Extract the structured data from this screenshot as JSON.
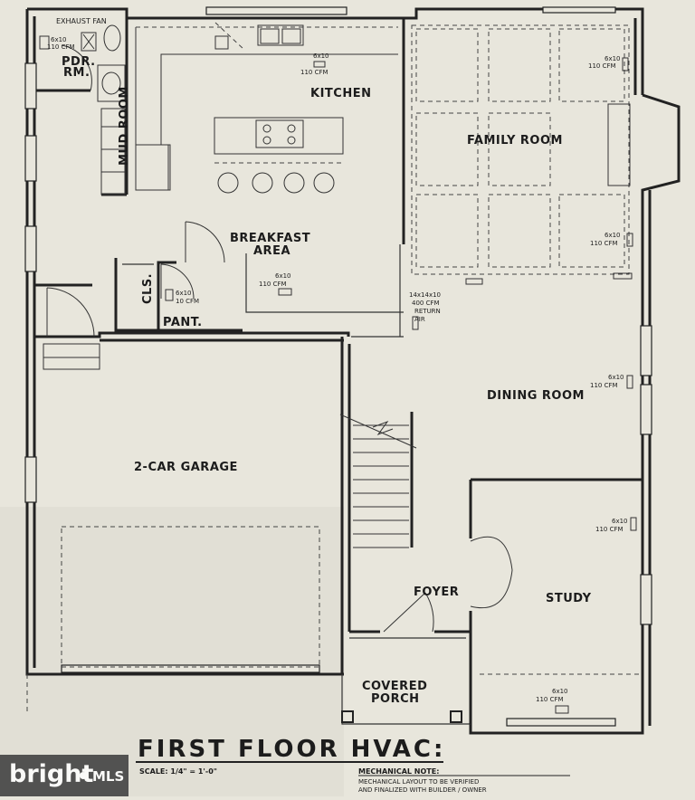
{
  "plan": {
    "rooms": {
      "kitchen": "KITCHEN",
      "family_room": "FAMILY ROOM",
      "mud_room": "MUD ROOM",
      "powder_room": "PDR. RM.",
      "exhaust_fan": "EXHAUST FAN",
      "breakfast_line1": "BREAKFAST",
      "breakfast_line2": "AREA",
      "closet": "CLS.",
      "pantry": "PANT.",
      "garage": "2-CAR GARAGE",
      "dining_room": "DINING ROOM",
      "foyer": "FOYER",
      "study": "STUDY",
      "porch_line1": "COVERED",
      "porch_line2": "PORCH"
    },
    "vents": {
      "size": "6x10",
      "cfm": "110 CFM",
      "pantry_cfm": "10 CFM",
      "return_size": "14x14x10",
      "return_cfm": "400 CFM",
      "return_label1": "RETURN",
      "return_label2": "AIR"
    },
    "title": "FIRST FLOOR HVAC:",
    "scale": "SCALE: 1/4\" = 1'-0\"",
    "note_heading": "MECHANICAL NOTE:",
    "note_line1": "MECHANICAL LAYOUT TO BE VERIFIED",
    "note_line2": "AND FINALIZED WITH BUILDER / OWNER"
  },
  "watermark": {
    "name": "bright",
    "tag": "MLS"
  }
}
